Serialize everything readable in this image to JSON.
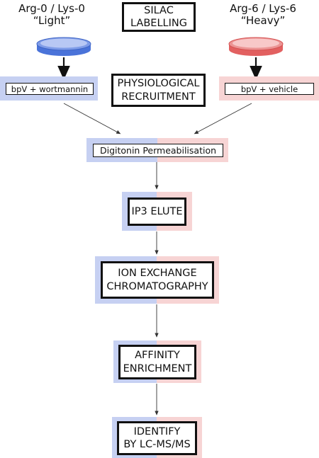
{
  "light": {
    "line1": "Arg-0 / Lys-0",
    "line2": "“Light”",
    "color": "#4a73d9"
  },
  "heavy": {
    "line1": "Arg-6 / Lys-6",
    "line2": "“Heavy”",
    "color": "#e26060"
  },
  "silac": {
    "line1": "SILAC",
    "line2": "LABELLING"
  },
  "recruit": {
    "line1": "PHYSIOLOGICAL",
    "line2": "RECRUITMENT"
  },
  "treat_left": "bpV + wortmannin",
  "treat_right": "bpV + vehicle",
  "digitonin": "Digitonin Permeabilisation",
  "ip3": "IP3  ELUTE",
  "ion": {
    "line1": "ION EXCHANGE",
    "line2": "CHROMATOGRAPHY"
  },
  "affinity": {
    "line1": "AFFINITY",
    "line2": "ENRICHMENT"
  },
  "identify": {
    "line1": "IDENTIFY",
    "line2": "BY LC-MS/MS"
  },
  "colors": {
    "blue_band": "#c6d0f2",
    "pink_band": "#f7d4d4"
  }
}
